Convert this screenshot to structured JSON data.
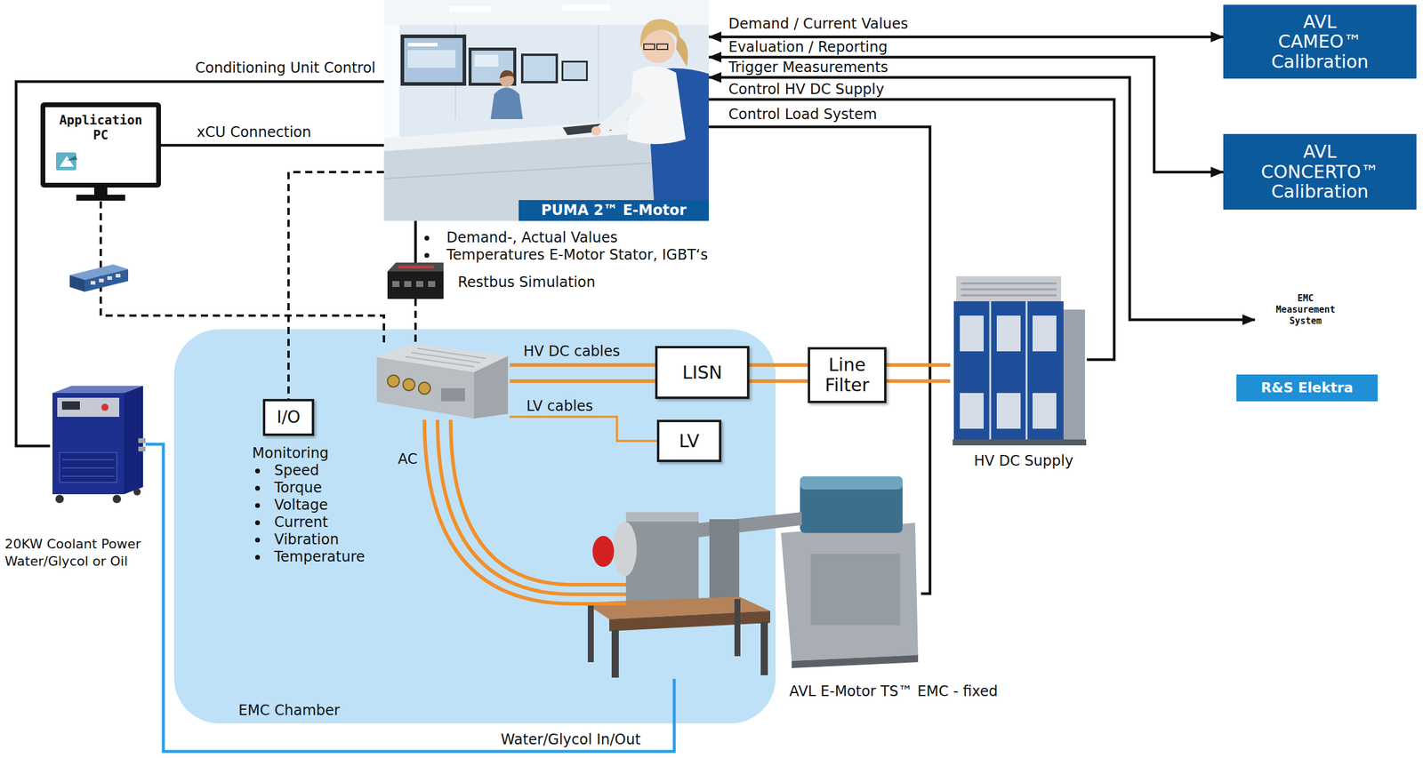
{
  "diagram": {
    "nodes": [
      {
        "text": [
          "PUMA 2™ E-Motor"
        ]
      },
      {
        "text": [
          "AVL CAMEO™ Calibration"
        ]
      },
      {
        "text": [
          "AVL CONCERTO™ Calibration"
        ]
      },
      {
        "text": [
          "Application PC"
        ]
      },
      {
        "text": [
          "EMC Measurement System",
          "R&S Elektra"
        ]
      },
      {
        "text": [
          "EMC Chamber"
        ]
      },
      {
        "text": [
          "I/O"
        ],
        "in": 5
      },
      {
        "text": [
          "AC"
        ],
        "in": 5
      },
      {
        "text": [
          "LISN"
        ],
        "in": 5
      },
      {
        "text": [
          "LV"
        ],
        "in": 5
      },
      {
        "text": [
          "Line Filter"
        ]
      },
      {
        "text": [
          "HV DC Supply"
        ]
      },
      {
        "text": [
          "20KW Coolant Power Water/Glycol or Oil"
        ]
      },
      {
        "text": [
          "Restbus Simulation"
        ]
      },
      {
        "text": [
          "AVL E-Motor TS™ EMC - fixed"
        ]
      }
    ],
    "edges": [
      {
        "from": 0,
        "to": 1,
        "label": "Demand / Current Values",
        "arrow": "both"
      },
      {
        "from": 0,
        "to": 2,
        "label": "Evaluation / Reporting",
        "arrow": "both"
      },
      {
        "from": 0,
        "to": 4,
        "label": "Trigger Measurements",
        "arrow": "both"
      },
      {
        "from": 0,
        "to": 11,
        "label": "Control HV DC Supply",
        "arrow": "none"
      },
      {
        "from": 0,
        "to": 14,
        "label": "Control Load System",
        "arrow": "none"
      },
      {
        "from": 0,
        "to": 12,
        "label": "Conditioning Unit Control",
        "arrow": "none"
      },
      {
        "from": 3,
        "to": 0,
        "label": "xCU Connection",
        "arrow": "none"
      },
      {
        "from": 0,
        "to": 6,
        "arrow": "none"
      },
      {
        "from": 3,
        "to": 7,
        "arrow": "none"
      },
      {
        "from": 0,
        "to": 13,
        "arrow": "none"
      },
      {
        "from": 13,
        "to": 7,
        "arrow": "none"
      },
      {
        "from": 7,
        "to": 8,
        "label": "HV DC cables",
        "arrow": "none"
      },
      {
        "from": 7,
        "to": 9,
        "label": "LV cables",
        "arrow": "none"
      },
      {
        "from": 8,
        "to": 10,
        "arrow": "none"
      },
      {
        "from": 10,
        "to": 11,
        "arrow": "none"
      },
      {
        "from": 7,
        "to": 14,
        "arrow": "none"
      },
      {
        "from": 12,
        "to": 14,
        "label": "Water/Glycol In/Out",
        "arrow": "none"
      }
    ],
    "labels": [
      "Demand-, Actual Values",
      "Temperatures E-Motor Stator, IGBT‘s",
      "Monitoring",
      "Speed",
      "Torque",
      "Voltage",
      "Current",
      "Vibration",
      "Temperature"
    ]
  }
}
